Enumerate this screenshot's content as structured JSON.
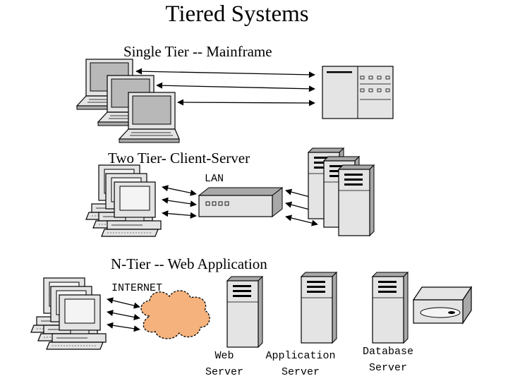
{
  "title": "Tiered Systems",
  "sections": {
    "single_tier": {
      "title": "Single Tier -- Mainframe"
    },
    "two_tier": {
      "title": "Two Tier- Client-Server",
      "network_label": "LAN"
    },
    "n_tier": {
      "title": "N-Tier -- Web Application",
      "network_label": "INTERNET",
      "web_server": {
        "line1": "Web",
        "line2": "Server"
      },
      "app_server": {
        "line1": "Application",
        "line2": "Server"
      },
      "db_server": {
        "line1": "Database",
        "line2": "Server"
      }
    }
  },
  "icons": {
    "terminal": "laptop-terminal-icon",
    "mainframe": "mainframe-icon",
    "pc": "desktop-pc-icon",
    "hub": "network-hub-icon",
    "server": "tower-server-icon",
    "cloud": "internet-cloud-icon",
    "drive": "disk-drive-icon",
    "arrow": "bidirectional-arrow-icon"
  },
  "colors": {
    "device_fill": "#e4e4e4",
    "device_dark": "#a8a8a8",
    "screen": "#b8b8b8",
    "cloud": "#f5b27c",
    "stroke": "#000000"
  }
}
